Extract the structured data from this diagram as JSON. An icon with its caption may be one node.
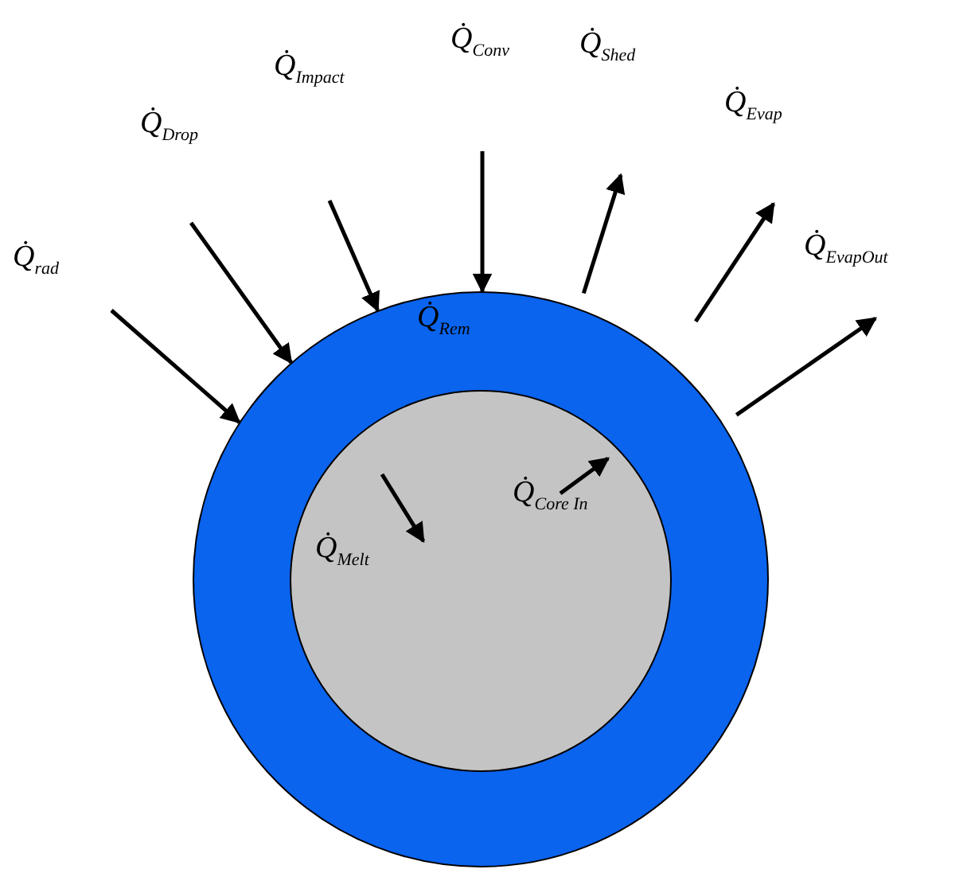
{
  "diagram": {
    "nodes": [
      {
        "text": [
          "Q̇$_{Rem}$"
        ]
      },
      {
        "text": [],
        "shape": "circle",
        "in": 0
      }
    ],
    "edges": [
      {
        "from": null,
        "to": 0,
        "arrow": "to",
        "label": "Q̇$_{rad}$"
      },
      {
        "from": null,
        "to": 0,
        "arrow": "to",
        "label": "Q̇$_{Drop}$"
      },
      {
        "from": null,
        "to": 0,
        "arrow": "to",
        "label": "Q̇$_{Impact}$"
      },
      {
        "from": null,
        "to": 0,
        "arrow": "to",
        "label": "Q̇$_{Conv}$"
      },
      {
        "from": 0,
        "to": null,
        "arrow": "to",
        "label": "Q̇$_{Shed}$"
      },
      {
        "from": 0,
        "to": null,
        "arrow": "to",
        "label": "Q̇$_{Evap}$"
      },
      {
        "from": 0,
        "to": null,
        "arrow": "to",
        "label": "Q̇$_{EvapOut}$"
      },
      {
        "from": null,
        "to": 1,
        "arrow": "to",
        "label": "Q̇$_{Melt}$"
      },
      {
        "from": null,
        "to": 1,
        "arrow": "to",
        "label": "Q̇$_{Core In}$"
      }
    ]
  }
}
